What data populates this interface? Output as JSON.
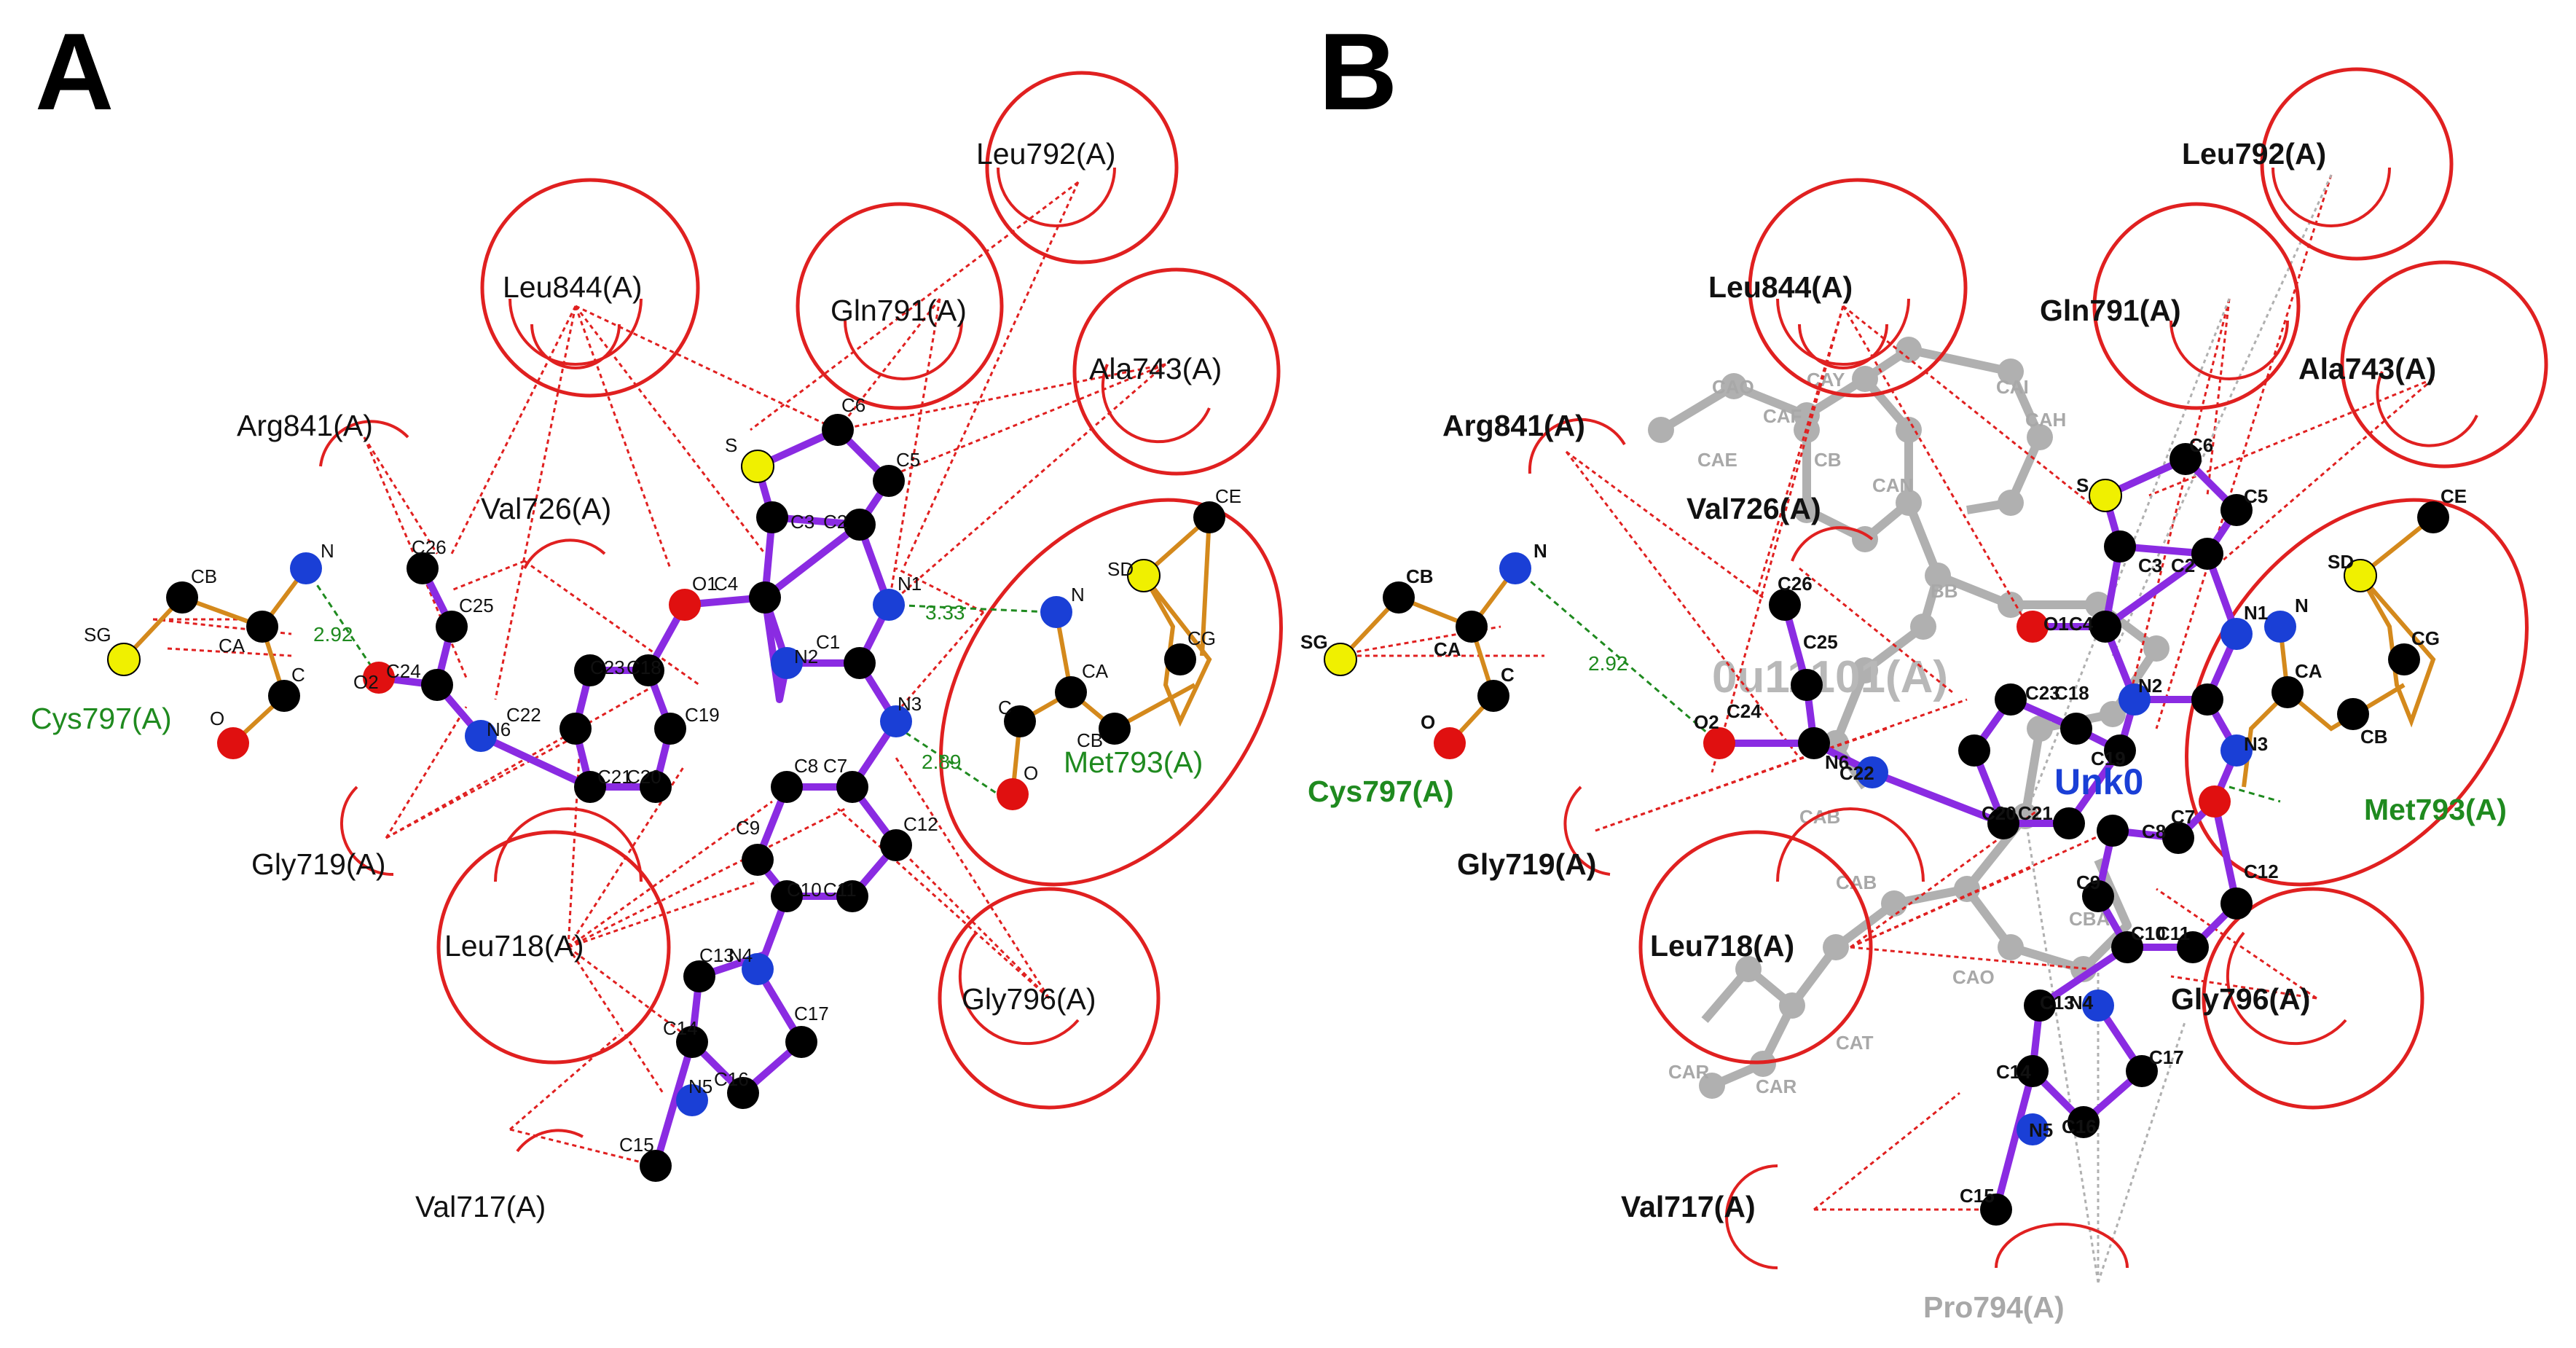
{
  "panels": [
    {
      "letter": "A",
      "residues": {
        "leu844": "Leu844(A)",
        "leu792": "Leu792(A)",
        "gln791": "Gln791(A)",
        "ala743": "Ala743(A)",
        "arg841": "Arg841(A)",
        "val726": "Val726(A)",
        "gly719": "Gly719(A)",
        "leu718": "Leu718(A)",
        "gly796": "Gly796(A)",
        "val717": "Val717(A)",
        "cys797": "Cys797(A)",
        "met793": "Met793(A)"
      },
      "hbonds": [
        "2.92",
        "3.33",
        "2.89"
      ],
      "atoms": [
        "S",
        "C6",
        "C5",
        "C3",
        "C2",
        "N1",
        "N2",
        "C1",
        "C4",
        "O1",
        "N3",
        "C8",
        "C7",
        "C12",
        "C9",
        "C10",
        "C11",
        "C13",
        "N4",
        "C17",
        "C14",
        "C16",
        "N5",
        "C15",
        "C18",
        "C23",
        "C19",
        "C20",
        "C21",
        "N6",
        "C22",
        "C24",
        "O2",
        "C25",
        "C26"
      ],
      "res_atoms": [
        "CB",
        "N",
        "CA",
        "C",
        "SG",
        "O",
        "SD",
        "CE",
        "N",
        "CA",
        "CG",
        "C",
        "CB",
        "O"
      ]
    },
    {
      "letter": "B",
      "residues": {
        "leu844": "Leu844(A)",
        "leu792": "Leu792(A)",
        "gln791": "Gln791(A)",
        "ala743": "Ala743(A)",
        "arg841": "Arg841(A)",
        "val726": "Val726(A)",
        "gly719": "Gly719(A)",
        "leu718": "Leu718(A)",
        "gly796": "Gly796(A)",
        "val717": "Val717(A)",
        "cys797": "Cys797(A)",
        "met793": "Met793(A)",
        "pro794": "Pro794(A)"
      },
      "ligand_label": "0u11101(A)",
      "unk_label": "Unk0",
      "hbonds": [
        "2.92"
      ],
      "gray_atoms": [
        "CAO",
        "CAY",
        "CAI",
        "CAH",
        "CAE",
        "CAF",
        "CB",
        "CAN",
        "BB",
        "CAR",
        "CAT",
        "CAO",
        "CBA",
        "CAR",
        "CAB",
        "CAB"
      ],
      "atoms": [
        "S",
        "C6",
        "C5",
        "C3",
        "C2",
        "N1",
        "O1",
        "C4",
        "N2",
        "N3",
        "C19",
        "C23",
        "C18",
        "C20",
        "C21",
        "C22",
        "N6",
        "C24",
        "O2",
        "C25",
        "C26",
        "C8",
        "C7",
        "C12",
        "C9",
        "C10",
        "C11",
        "C13",
        "N4",
        "C17",
        "C14",
        "C16",
        "N5",
        "C15"
      ],
      "res_atoms": [
        "CB",
        "N",
        "CA",
        "C",
        "SG",
        "O",
        "SD",
        "CE",
        "N",
        "CA",
        "CG",
        "CB"
      ]
    }
  ],
  "colors": {
    "bond": "#8a2be2",
    "hydrophobic": "#e02020",
    "hbond": "#1f8a1f",
    "residue_bond": "#d4891c",
    "carbon": "#000000",
    "nitrogen": "#1a3fd6",
    "oxygen": "#e01010",
    "sulfur": "#f0f000",
    "ghost": "#a8a8a8"
  }
}
